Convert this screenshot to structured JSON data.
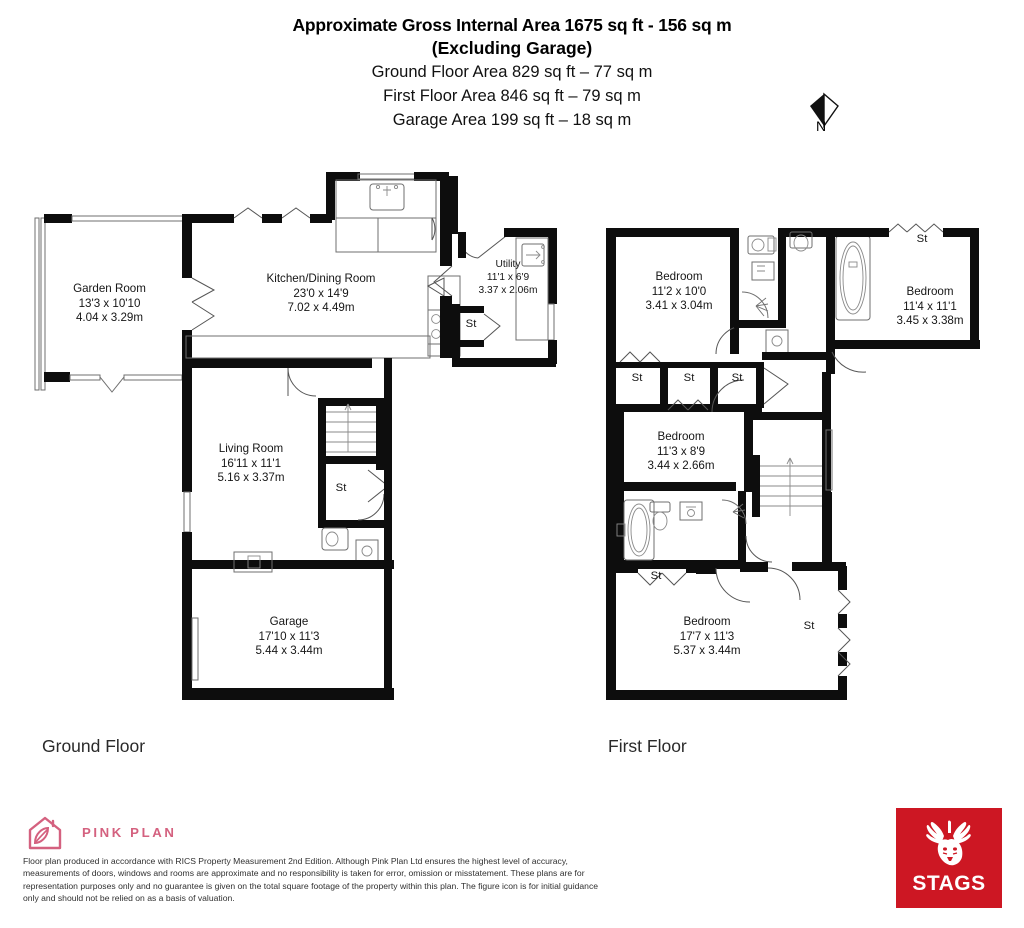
{
  "header": {
    "title_line1": "Approximate Gross Internal Area 1675 sq ft - 156 sq m",
    "title_line2": "(Excluding Garage)",
    "ground_floor_area": "Ground Floor Area 829 sq ft – 77 sq m",
    "first_floor_area": "First Floor Area 846 sq ft – 79 sq m",
    "garage_area": "Garage Area 199 sq ft – 18 sq m"
  },
  "compass": {
    "icon": "north-arrow-icon",
    "label": "N"
  },
  "floors": [
    {
      "id": "ground",
      "caption": "Ground Floor"
    },
    {
      "id": "first",
      "caption": "First Floor"
    }
  ],
  "ground_floor": {
    "rooms": [
      {
        "name": "Garden Room",
        "dim_imperial": "13'3 x 10'10",
        "dim_metric": "4.04 x 3.29m"
      },
      {
        "name": "Kitchen/Dining Room",
        "dim_imperial": "23'0 x 14'9",
        "dim_metric": "7.02 x 4.49m"
      },
      {
        "name": "Utility",
        "dim_imperial": "11'1 x 6'9",
        "dim_metric": "3.37 x 2.06m"
      },
      {
        "name": "Living Room",
        "dim_imperial": "16'11 x 11'1",
        "dim_metric": "5.16 x 3.37m"
      },
      {
        "name": "Garage",
        "dim_imperial": "17'10 x 11'3",
        "dim_metric": "5.44 x 3.44m"
      }
    ],
    "storage_labels": [
      {
        "label": "St"
      },
      {
        "label": "St"
      }
    ]
  },
  "first_floor": {
    "rooms": [
      {
        "name": "Bedroom",
        "dim_imperial": "11'2 x 10'0",
        "dim_metric": "3.41 x 3.04m"
      },
      {
        "name": "Bedroom",
        "dim_imperial": "11'4 x 11'1",
        "dim_metric": "3.45 x 3.38m"
      },
      {
        "name": "Bedroom",
        "dim_imperial": "11'3 x 8'9",
        "dim_metric": "3.44 x 2.66m"
      },
      {
        "name": "Bedroom",
        "dim_imperial": "17'7 x 11'3",
        "dim_metric": "5.37 x 3.44m"
      }
    ],
    "storage_labels": [
      {
        "label": "St"
      },
      {
        "label": "St"
      },
      {
        "label": "St"
      },
      {
        "label": "St"
      },
      {
        "label": "St"
      },
      {
        "label": "St"
      }
    ]
  },
  "branding": {
    "pink_plan_name": "PINK PLAN",
    "pink_plan_color": "#d4617f",
    "stags_name": "STAGS",
    "stags_color": "#cd1723"
  },
  "disclaimer": "Floor plan produced in accordance with RICS Property Measurement 2nd Edition. Although Pink Plan Ltd ensures the highest level of accuracy, measurements of doors, windows and rooms are approximate and no responsibility is taken for error, omission or misstatement. These plans are for representation purposes only and no guarantee is given on the total square footage of the property within this plan. The figure icon is for initial guidance only and should not be relied on as a basis of valuation."
}
